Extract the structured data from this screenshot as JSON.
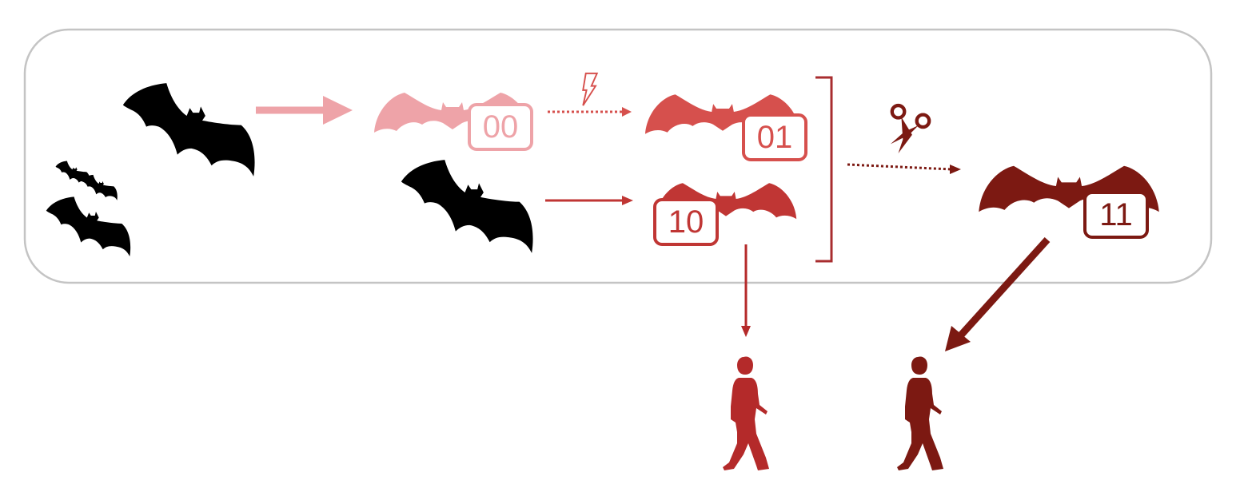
{
  "diagram": {
    "colors": {
      "black": "#000000",
      "stage00": "#eea3a8",
      "stage01": "#d6504d",
      "stage10": "#c03634",
      "stage11": "#7c1912",
      "human_light": "#b42a2a",
      "human_dark": "#7c1912",
      "frame": "#c4c4c4",
      "bracket": "#a82d2f"
    },
    "badges": [
      {
        "id": "00",
        "label": "00",
        "color": "#eea3a8"
      },
      {
        "id": "01",
        "label": "01",
        "color": "#d6504d"
      },
      {
        "id": "10",
        "label": "10",
        "color": "#c03634"
      },
      {
        "id": "11",
        "label": "11",
        "color": "#7c1912"
      }
    ],
    "icons": {
      "mutation": "lightning-icon",
      "recombination": "scissors-icon",
      "host": "bat-icon",
      "spillover_target": "walking-person-icon"
    }
  }
}
